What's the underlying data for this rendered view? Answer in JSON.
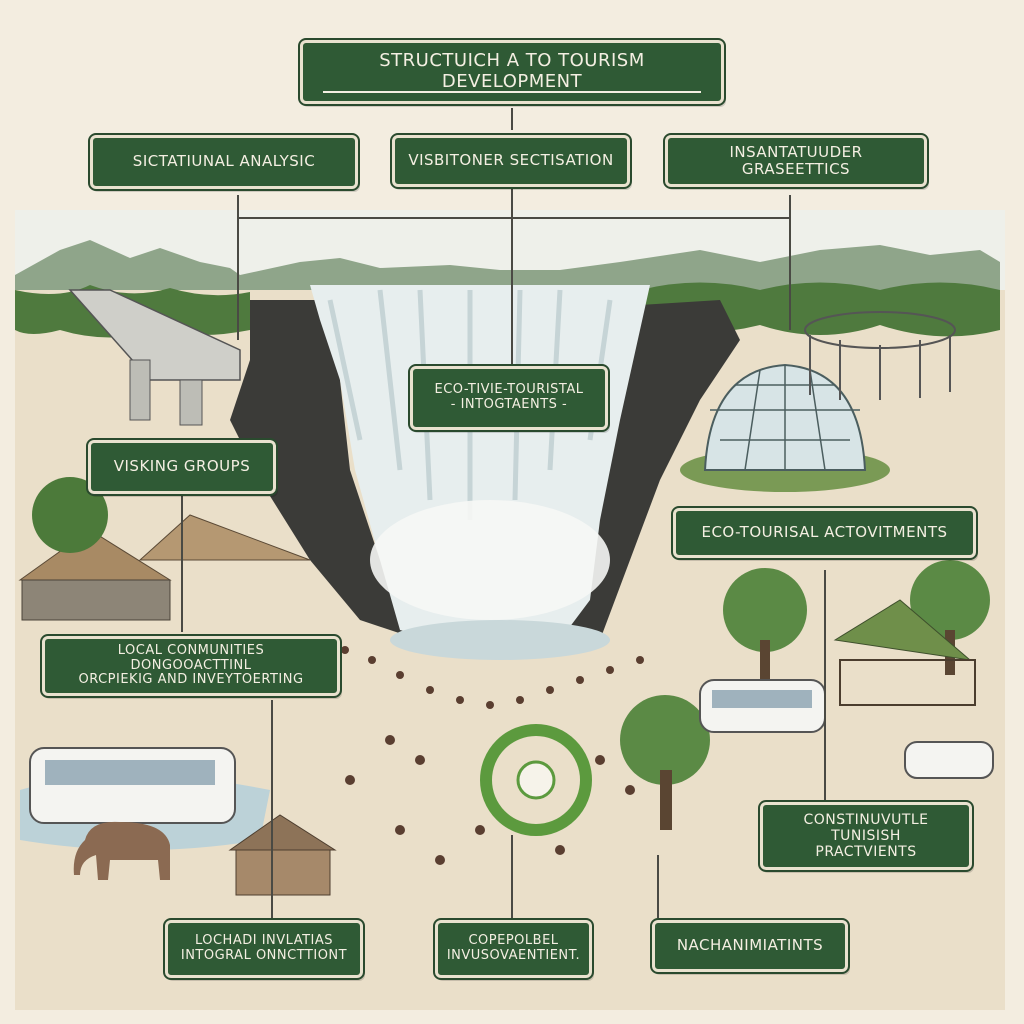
{
  "title": "STRUCTUICH A TO TOURISM DEVELOPMENT",
  "labels": {
    "situational_analysis": "SICTATIUNAL ANALYSIC",
    "visitor_section": "VISBITONER SECTISATION",
    "infrastructure": "INSANTATUUDER GRASEETTICS",
    "eco_integration_line1": "ECO-TIVIE-TOURISTAL",
    "eco_integration_line2": "- INTOGTAENTS -",
    "visiting_groups": "VISKING GROUPS",
    "eco_activities": "ECO-TOURISAL ACTOVITMENTS",
    "local_communities_line1": "LOCAL CONMUNITIES  DONGOOACTTINL",
    "local_communities_line2": "ORCPIEKIG AND INVEYTOERTING",
    "sustainable_practices_line1": "CONSTINUVUTLE TUNISISH",
    "sustainable_practices_line2": "PRACTVIENTS",
    "local_habitats_line1": "LOCHADI INVLATIAS",
    "local_habitats_line2": "INTOGRAL ONNCTTIONT",
    "cooperative_line1": "COPEPOLBEL",
    "cooperative_line2": "INVUSOVAENTIENT.",
    "management": "NACHANIMIATINTS"
  },
  "colors": {
    "label_fill": "#2f5a35",
    "label_text": "#f4efe2",
    "background": "#f3ede0"
  }
}
